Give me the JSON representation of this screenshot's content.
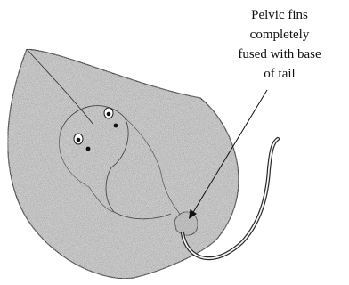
{
  "annotation": {
    "lines": [
      "Pelvic fins",
      "completely",
      "fused with base",
      "of tail"
    ]
  },
  "colors": {
    "ink": "#2a2a2a",
    "stipple_fill": "#d2d2d2",
    "background": "#ffffff"
  }
}
